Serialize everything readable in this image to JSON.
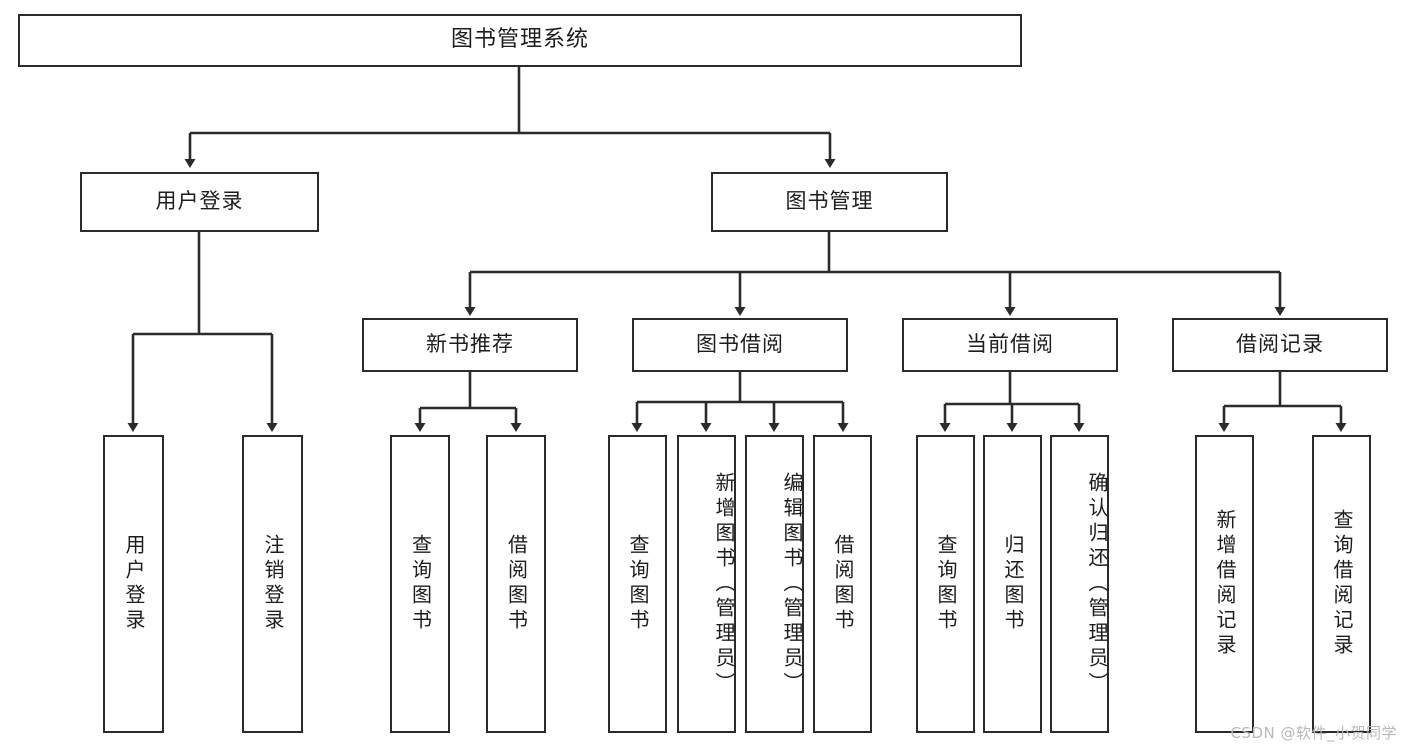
{
  "diagram": {
    "title": "图书管理系统",
    "type": "功能结构图",
    "line_color": "#2b2b2b",
    "box_fill": "#ffffff",
    "text_color": "#1d1d1d",
    "watermark": "CSDN @软件_小贺同学"
  },
  "root": {
    "label": "图书管理系统"
  },
  "level2": [
    {
      "label": "用户登录"
    },
    {
      "label": "图书管理"
    }
  ],
  "level3": [
    {
      "label": "新书推荐"
    },
    {
      "label": "图书借阅"
    },
    {
      "label": "当前借阅"
    },
    {
      "label": "借阅记录"
    }
  ],
  "leaves": {
    "user_login": [
      {
        "label": "用户登录"
      },
      {
        "label": "注销登录"
      }
    ],
    "new_book_recommend": [
      {
        "label": "查询图书"
      },
      {
        "label": "借阅图书"
      }
    ],
    "book_borrow": [
      {
        "label": "查询图书"
      },
      {
        "label": "新增图书（管理员）"
      },
      {
        "label": "编辑图书（管理员）"
      },
      {
        "label": "借阅图书"
      }
    ],
    "current_borrow": [
      {
        "label": "查询图书"
      },
      {
        "label": "归还图书"
      },
      {
        "label": "确认归还（管理员）"
      }
    ],
    "borrow_record": [
      {
        "label": "新增借阅记录"
      },
      {
        "label": "查询借阅记录"
      }
    ]
  }
}
